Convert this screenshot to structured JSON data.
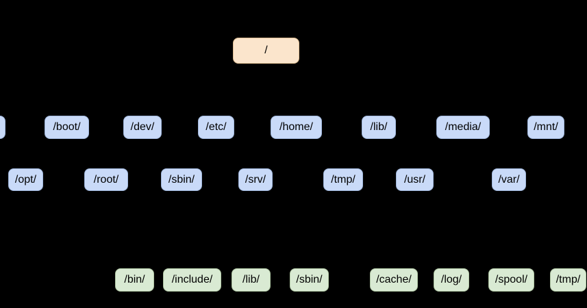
{
  "diagram": {
    "root": {
      "label": "/"
    },
    "level1_nodes": [
      {
        "label": ""
      },
      {
        "label": "/boot/"
      },
      {
        "label": "/dev/"
      },
      {
        "label": "/etc/"
      },
      {
        "label": "/home/"
      },
      {
        "label": "/lib/"
      },
      {
        "label": "/media/"
      },
      {
        "label": "/mnt/"
      }
    ],
    "level2_nodes": [
      {
        "label": "/opt/"
      },
      {
        "label": "/root/"
      },
      {
        "label": "/sbin/"
      },
      {
        "label": "/srv/"
      },
      {
        "label": "/tmp/"
      },
      {
        "label": "/usr/"
      },
      {
        "label": "/var/"
      }
    ],
    "level3_nodes": [
      {
        "label": "/bin/"
      },
      {
        "label": "/include/"
      },
      {
        "label": "/lib/"
      },
      {
        "label": "/sbin/"
      },
      {
        "label": "/cache/"
      },
      {
        "label": "/log/"
      },
      {
        "label": "/spool/"
      },
      {
        "label": "/tmp/"
      }
    ],
    "colors": {
      "background": "#000000",
      "root_fill": "#fbe5cc",
      "root_border": "#dfbe93",
      "dir_fill": "#c9daf8",
      "dir_border": "#9fb6db",
      "leaf_fill": "#d9ead3",
      "leaf_border": "#afc6a3",
      "text": "#000000"
    }
  }
}
